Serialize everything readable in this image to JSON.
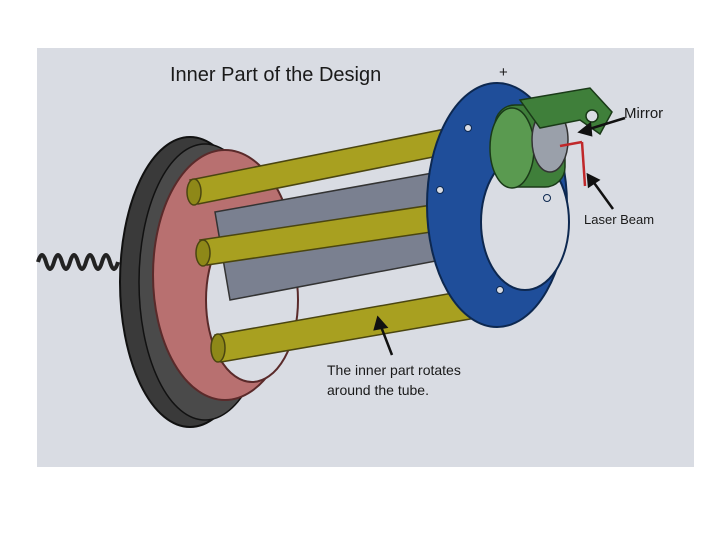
{
  "title": "Inner Part of the Design",
  "plus_mark": "+",
  "labels": {
    "mirror": "Mirror",
    "laser_beam": "Laser Beam",
    "note_line1": "The inner part rotates",
    "note_line2": "around the tube."
  },
  "colors": {
    "panel_background": "#d9dce3",
    "base_disc": "#444444",
    "flange": "#b87070",
    "rods": "#a8a020",
    "tube": "#7a8090",
    "blue_ring": "#1f4e9a",
    "mirror_cylinder": "#3f7f3a",
    "laser_beam": "#c0282a"
  }
}
